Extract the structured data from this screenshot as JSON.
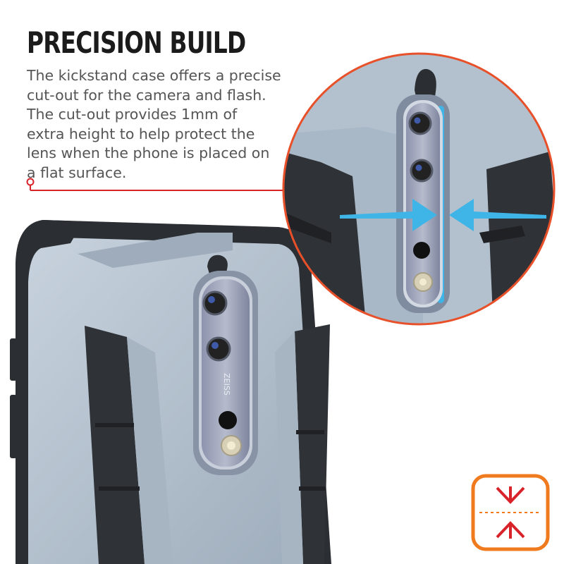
{
  "heading": "PRECISION BUILD",
  "description_lines": [
    "The kickstand case offers a precise",
    "cut-out for the camera and flash.",
    "The cut-out provides 1mm of",
    "extra height to help protect the",
    "lens when the phone is placed on",
    "a flat surface."
  ],
  "lens_brand_text": "ZEISS",
  "colors": {
    "callout_line": "#d9232a",
    "zoom_ring": "#e8502a",
    "badge_border": "#f07a1e",
    "badge_arrow": "#d9232a",
    "arrow_blue": "#3fb4e6",
    "case_body": "#aebccb",
    "case_bumper": "#2b2e32",
    "camera_module": "#8c93ab"
  },
  "icons": [
    "height-compress-icon",
    "callout-dot-icon"
  ]
}
